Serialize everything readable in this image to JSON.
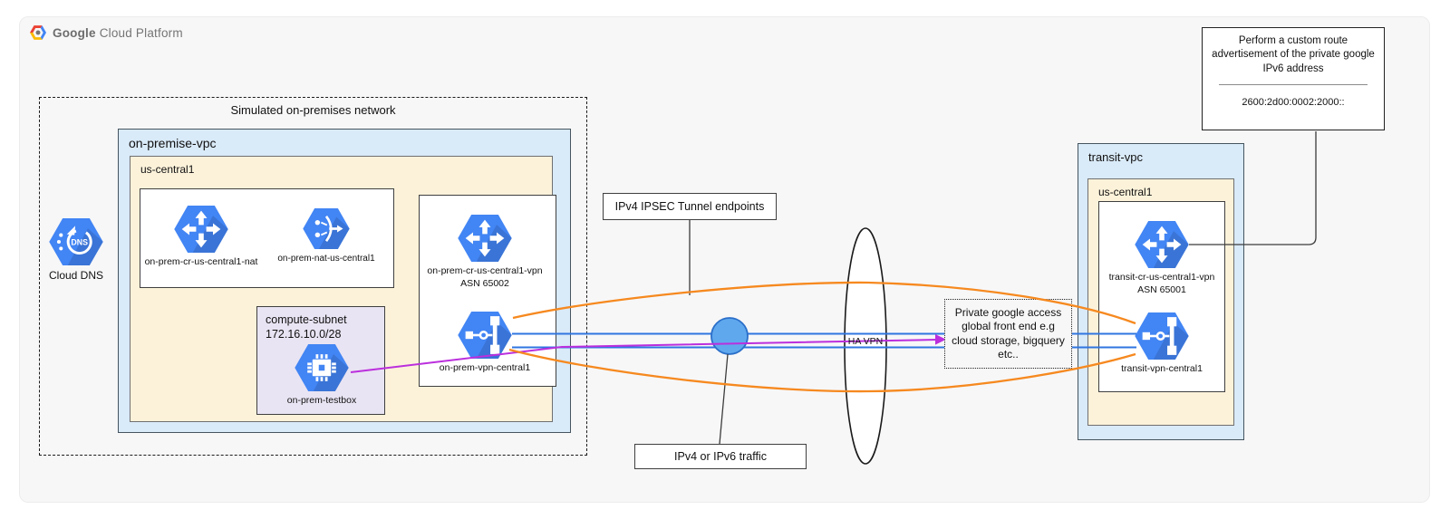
{
  "header": {
    "brand_bold": "Google",
    "brand_rest": "Cloud Platform"
  },
  "onprem": {
    "sim_network_title": "Simulated on-premises network",
    "vpc_label": "on-premise-vpc",
    "region_label": "us-central1",
    "dns_label": "Cloud DNS",
    "router_nat_label": "on-prem-cr-us-central1-nat",
    "nat_label": "on-prem-nat-us-central1",
    "subnet_name": "compute-subnet",
    "subnet_cidr": "172.16.10.0/28",
    "testbox_label": "on-prem-testbox",
    "router_vpn_label": "on-prem-cr-us-central1-vpn",
    "router_vpn_asn": "ASN 65002",
    "vpn_gateway_label": "on-prem-vpn-central1"
  },
  "middle": {
    "ipsec_endpoints_label": "IPv4 IPSEC Tunnel endpoints",
    "traffic_label": "IPv4 or IPv6 traffic",
    "ha_vpn_label": "HA VPN",
    "private_access_text": "Private google access global front end e.g cloud storage, bigquery etc.."
  },
  "transit": {
    "vpc_label": "transit-vpc",
    "region_label": "us-central1",
    "router_label": "transit-cr-us-central1-vpn",
    "router_asn": "ASN 65001",
    "vpn_gateway_label": "transit-vpn-central1"
  },
  "callout": {
    "text": "Perform a custom route advertisement of the private google IPv6 address",
    "ipv6_address": "2600:2d00:0002:2000::"
  },
  "icons": {
    "dns_text": "DNS"
  },
  "colors": {
    "hexagon_blue": "#4285f4",
    "tunnel_orange": "#f6891f",
    "traffic_blue": "#2f75e0",
    "traffic_purple": "#bb2fdd",
    "node_fill": "#5fa8ee",
    "node_stroke": "#2a6fc9",
    "vpc_fill": "#d9eaf8",
    "region_fill": "#fcf2da",
    "subnet_fill": "#e9e4f3"
  }
}
